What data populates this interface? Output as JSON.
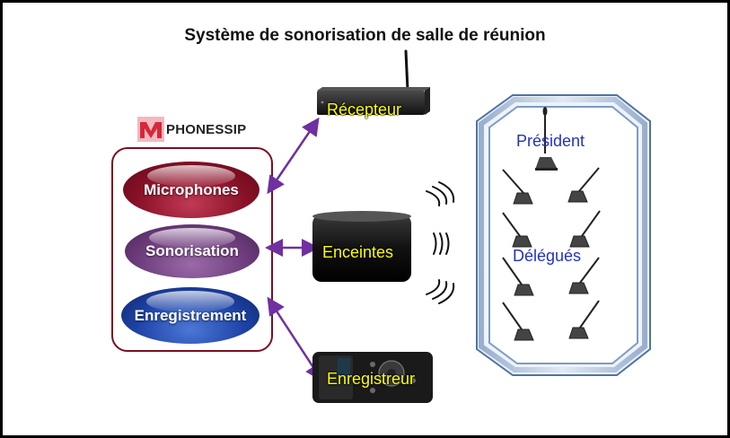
{
  "title": "Système de sonorisation de salle de réunion",
  "logo": {
    "text": "PHONESSIP",
    "mark_color": "#d6283a"
  },
  "components": {
    "microphones": "Microphones",
    "sonorisation": "Sonorisation",
    "enregistrement": "Enregistrement"
  },
  "devices": {
    "recepteur": "Récepteur",
    "enceintes": "Enceintes",
    "enregistreur": "Enregistreur"
  },
  "room": {
    "president": "Président",
    "delegues": "Délégués"
  },
  "colors": {
    "arrow": "#7030a0",
    "group_border": "#7a1020",
    "device_label": "#ffff00",
    "room_label": "#2233bb",
    "table_frame": "#b8cce4"
  }
}
